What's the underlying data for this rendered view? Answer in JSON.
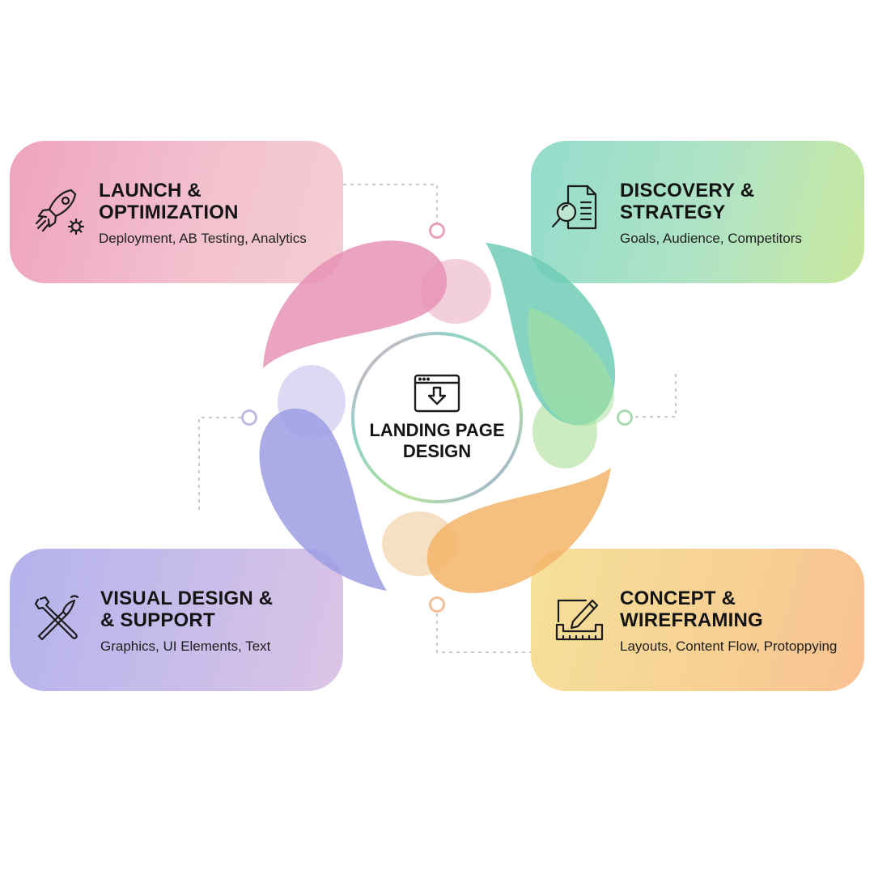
{
  "center": {
    "title": "LANDING PAGE DESIGN",
    "icon": "browser-download-icon"
  },
  "stages": {
    "launch": {
      "title_line1": "LAUNCH &",
      "title_line2": "OPTIMIZATION",
      "subtitle": "Deployment, AB Testing, Analytics",
      "icon": "rocket-gear-icon",
      "color": "#eea3bf"
    },
    "discovery": {
      "title_line1": "DISCOVERY &",
      "title_line2": "STRATEGY",
      "subtitle": "Goals, Audience, Competitors",
      "icon": "document-magnifier-icon",
      "color": "#93dccd"
    },
    "visual": {
      "title_line1": "VISUAL DESIGN &",
      "title_line2": "& SUPPORT",
      "subtitle": "Graphics, UI Elements, Text",
      "icon": "brush-wrench-icon",
      "color": "#b4b2ec"
    },
    "concept": {
      "title_line1": "CONCEPT &",
      "title_line2": "WIREFRAMING",
      "subtitle": "Layouts, Content Flow, Protoppying",
      "icon": "pencil-drafting-icon",
      "color": "#f6d591"
    }
  },
  "colors": {
    "pink": "#e792b4",
    "teal": "#6fcdb6",
    "green": "#a9e29f",
    "orange": "#f3b46a",
    "purple": "#9c9ee3",
    "lavender": "#cbc4ef"
  }
}
